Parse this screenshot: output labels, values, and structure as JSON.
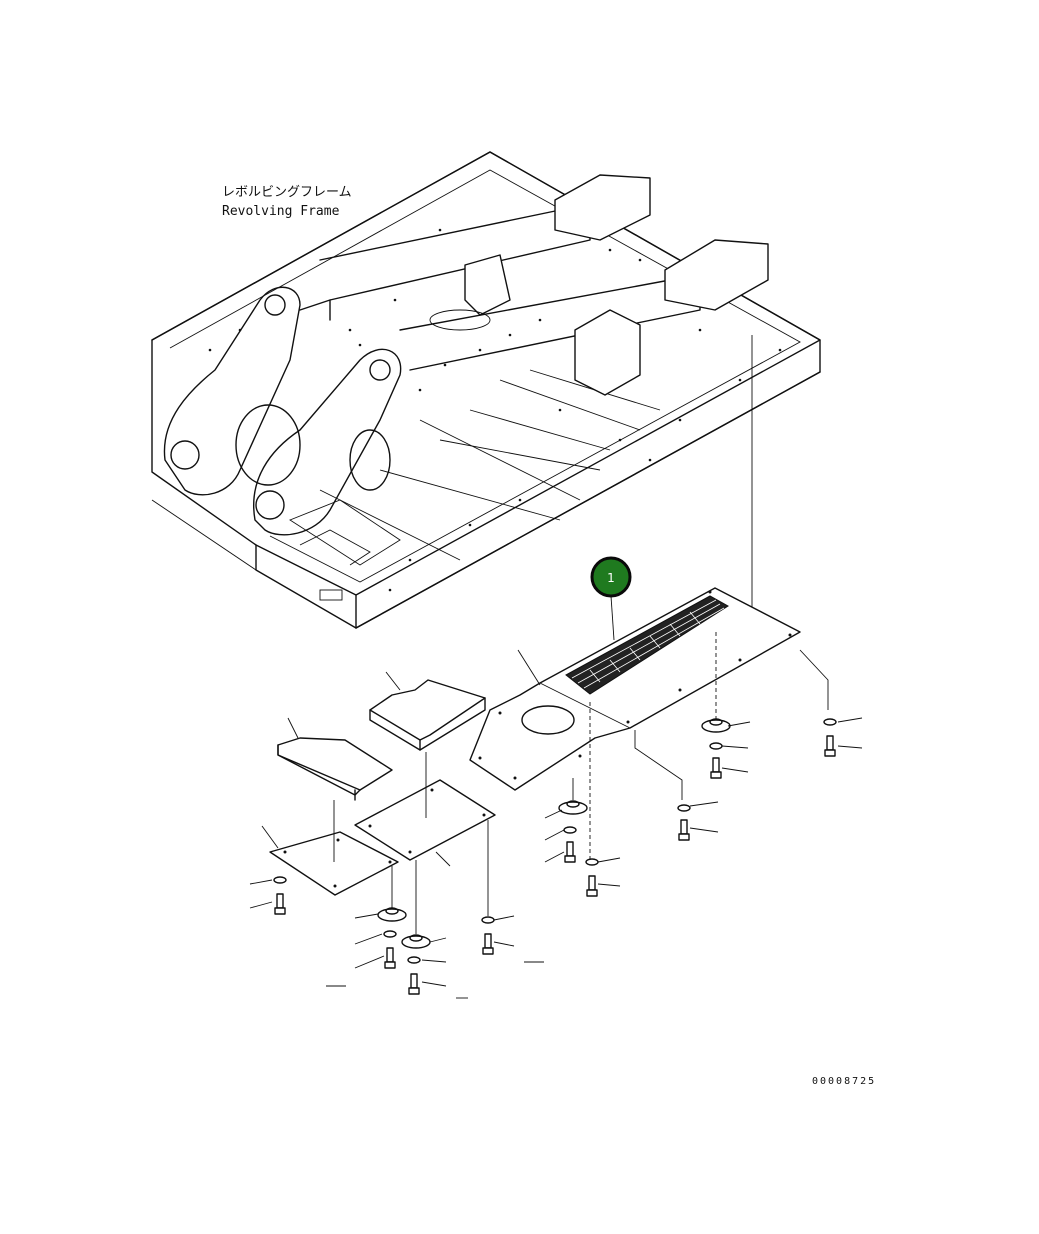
{
  "frame_label": {
    "japanese": "レボルビングフレーム",
    "english": "Revolving Frame"
  },
  "callouts": [
    {
      "number": "1",
      "fill_color": "#1f7a1f",
      "ring_color": "#0a0a0a"
    }
  ],
  "drawing_code": "00008725",
  "icons": [
    "revolving-frame-icon",
    "cover-plate-icon",
    "mesh-grille-icon",
    "bolt-icon",
    "washer-icon",
    "rubber-mount-icon"
  ]
}
